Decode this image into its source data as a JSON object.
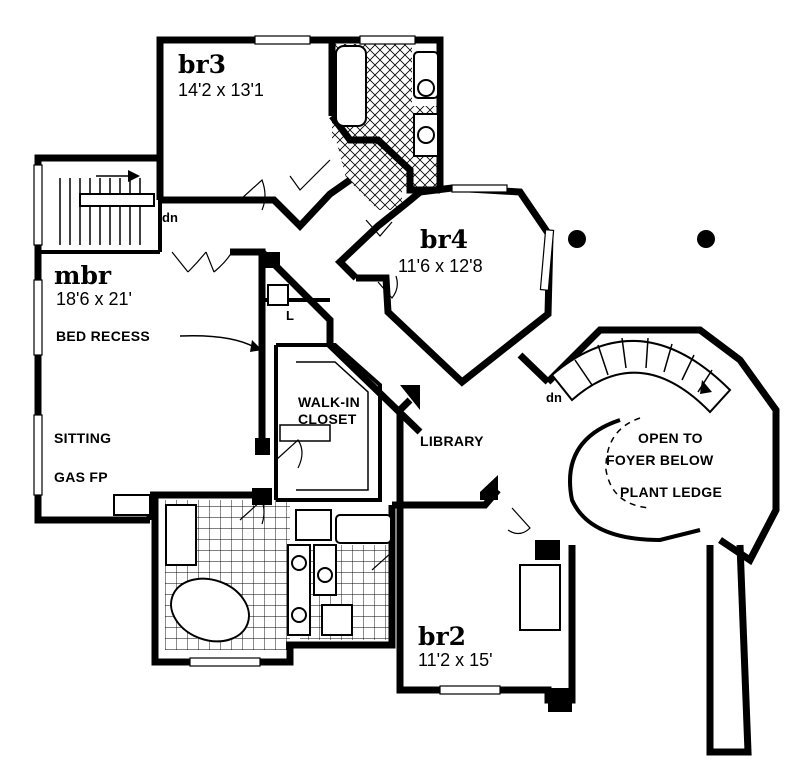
{
  "rooms": {
    "br3": {
      "name": "br3",
      "dims": "14'2 x 13'1"
    },
    "br4": {
      "name": "br4",
      "dims": "11'6 x 12'8"
    },
    "mbr": {
      "name": "mbr",
      "dims": "18'6 x 21'"
    },
    "br2": {
      "name": "br2",
      "dims": "11'2 x 15'"
    }
  },
  "labels": {
    "bed_recess": "BED RECESS",
    "sitting": "SITTING",
    "gas_fp": "GAS FP",
    "walk_in_1": "WALK-IN",
    "walk_in_2": "CLOSET",
    "library": "LIBRARY",
    "open_to_1": "OPEN TO",
    "open_to_2": "FOYER BELOW",
    "plant_ledge": "PLANT LEDGE",
    "dn_top": "dn",
    "dn_stair": "dn",
    "linen": "L"
  }
}
